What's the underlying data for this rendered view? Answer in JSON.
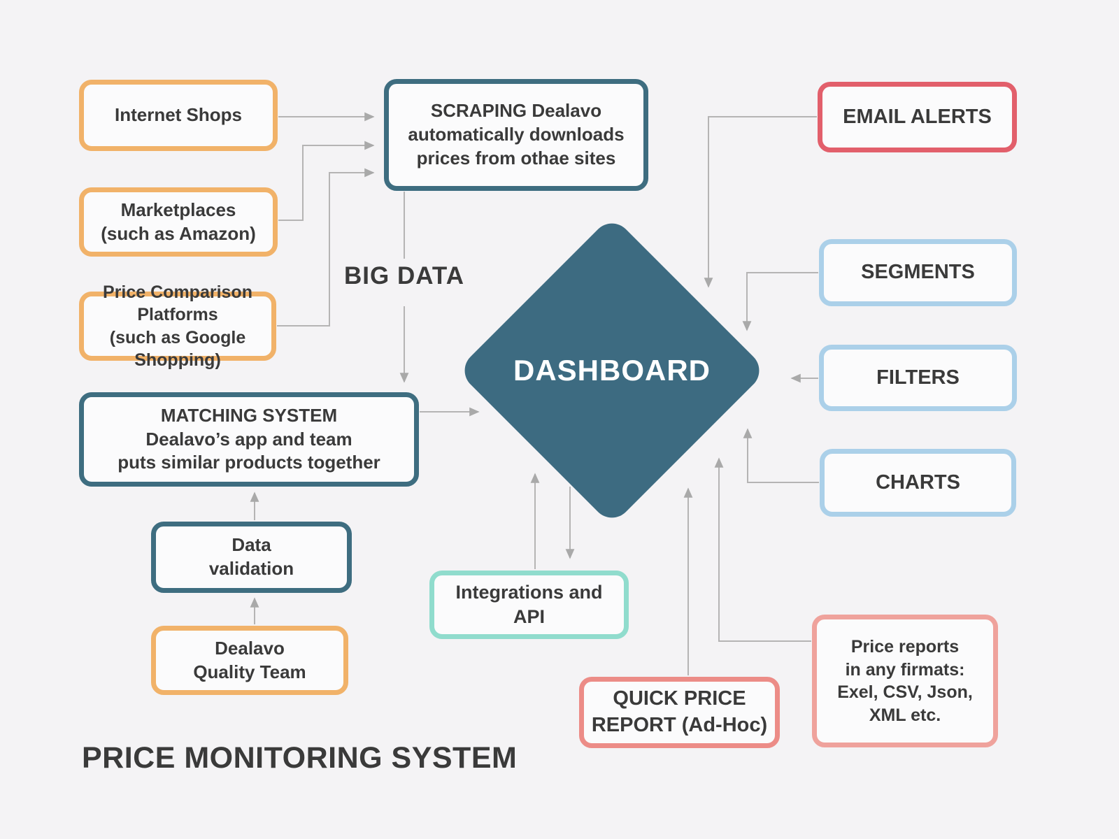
{
  "title": "PRICE MONITORING SYSTEM",
  "labels": {
    "big_data": "BIG DATA"
  },
  "nodes": {
    "internet_shops": {
      "label": "Internet Shops"
    },
    "marketplaces": {
      "label": "Marketplaces\n(such as Amazon)"
    },
    "price_comparison": {
      "label": "Price Comparison Platforms\n(such as Google Shopping)"
    },
    "scraping": {
      "label": "SCRAPING Dealavo\nautomatically downloads\nprices from othae sites"
    },
    "matching": {
      "label": "MATCHING SYSTEM\nDealavo’s app and team\nputs similar products together"
    },
    "data_validation": {
      "label": "Data\nvalidation"
    },
    "quality_team": {
      "label": "Dealavo\nQuality Team"
    },
    "dashboard": {
      "label": "DASHBOARD"
    },
    "email_alerts": {
      "label": "EMAIL ALERTS"
    },
    "segments": {
      "label": "SEGMENTS"
    },
    "filters": {
      "label": "FILTERS"
    },
    "charts": {
      "label": "CHARTS"
    },
    "integrations": {
      "label": "Integrations and API"
    },
    "quick_price_report": {
      "label": "QUICK PRICE\nREPORT (Ad-Hoc)"
    },
    "price_reports": {
      "label": "Price reports\nin any firmats:\nExel, CSV, Json,\nXML etc."
    }
  },
  "edges": [
    {
      "from": "internet_shops",
      "to": "scraping"
    },
    {
      "from": "marketplaces",
      "to": "scraping"
    },
    {
      "from": "price_comparison",
      "to": "scraping"
    },
    {
      "from": "scraping",
      "to": "matching",
      "label": "BIG DATA"
    },
    {
      "from": "matching",
      "to": "dashboard"
    },
    {
      "from": "quality_team",
      "to": "data_validation"
    },
    {
      "from": "data_validation",
      "to": "matching"
    },
    {
      "from": "email_alerts",
      "to": "dashboard"
    },
    {
      "from": "segments",
      "to": "dashboard"
    },
    {
      "from": "filters",
      "to": "dashboard"
    },
    {
      "from": "charts",
      "to": "dashboard"
    },
    {
      "from": "integrations",
      "to": "dashboard"
    },
    {
      "from": "dashboard",
      "to": "integrations"
    },
    {
      "from": "quick_price_report",
      "to": "dashboard"
    },
    {
      "from": "price_reports",
      "to": "dashboard"
    }
  ],
  "colors": {
    "background": "#f4f3f5",
    "node_fill": "#fbfbfc",
    "orange": "#f1b269",
    "teal": "#3e6d80",
    "diamond": "#3d6b81",
    "diamond_text": "#ffffff",
    "red": "#e25f6b",
    "salmon": "#efa29c",
    "salmon_strong": "#ec8c87",
    "blue": "#abd0e9",
    "mint": "#90dccd",
    "line": "#b5b4b4",
    "arrowhead": "#a9a9a9",
    "text": "#3a3a3a"
  }
}
